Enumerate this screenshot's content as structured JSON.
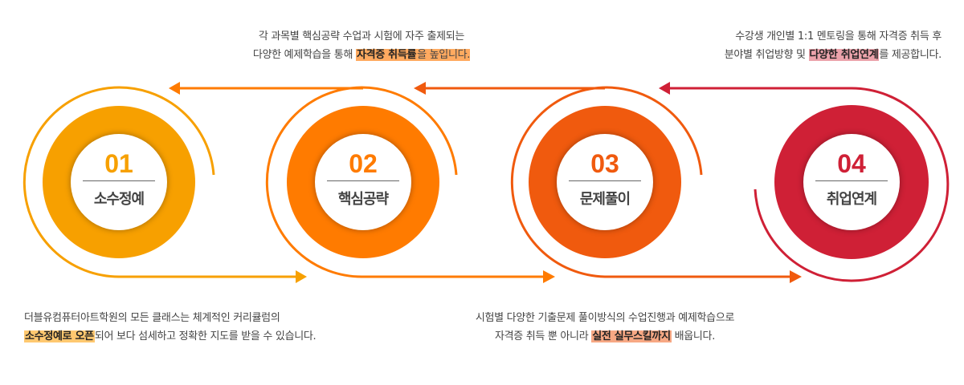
{
  "colors": {
    "step1": "#F7A000",
    "step2": "#FF7B00",
    "step3": "#F05A0E",
    "step4": "#CF2036"
  },
  "steps": [
    {
      "number": "01",
      "label": "소수정예"
    },
    {
      "number": "02",
      "label": "핵심공략"
    },
    {
      "number": "03",
      "label": "문제풀이"
    },
    {
      "number": "04",
      "label": "취업연계"
    }
  ],
  "descriptions": {
    "step1": {
      "line1": "더블유컴퓨터아트학원의 모든 클래스는 체계적인 커리큘럼의",
      "highlight": "소수정예로 오픈",
      "rest": "되어 보다 섬세하고 정확한 지도를 받을 수 있습니다."
    },
    "step2": {
      "line1": "각 과목별 핵심공략 수업과 시험에 자주 출제되는",
      "pre": "다양한 예제학습을 통해 ",
      "highlight": "자격증 취득률",
      "rest": "을 높입니다."
    },
    "step3": {
      "line1": "시험별 다양한 기출문제 풀이방식의 수업진행과 예제학습으로",
      "pre": "자격증 취득 뿐 아니라 ",
      "highlight": "실전 실무스킬까지",
      "rest": " 배웁니다."
    },
    "step4": {
      "line1": "수강생 개인별 1:1 멘토링을 통해 자격증 취득 후",
      "pre": "분야별 취업방향 및 ",
      "highlight": "다양한 취업연계",
      "rest": "를 제공합니다."
    }
  }
}
